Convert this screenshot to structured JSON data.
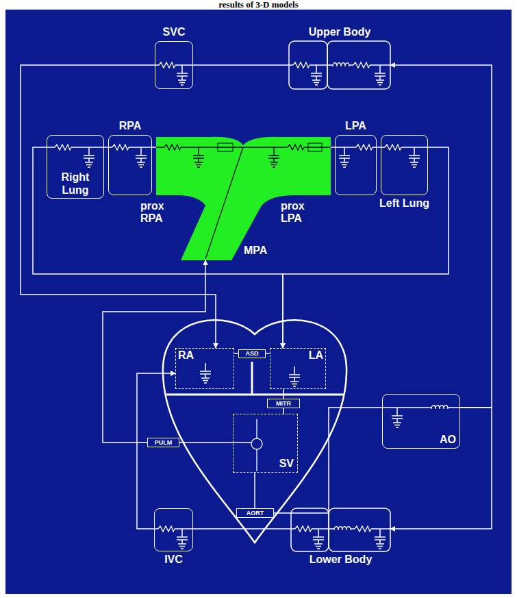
{
  "diagram": {
    "title": "results of 3-D models",
    "nodes": [
      {
        "text": [
          "SVC"
        ]
      },
      {
        "text": [
          "Upper Body"
        ]
      },
      {
        "text": [
          "Right Lung"
        ]
      },
      {
        "text": [
          "RPA"
        ]
      },
      {
        "text": [
          "prox RPA",
          "prox LPA",
          "MPA"
        ]
      },
      {
        "text": [
          "LPA"
        ]
      },
      {
        "text": [
          "Left Lung"
        ]
      },
      {
        "text": [
          "RA"
        ]
      },
      {
        "text": [
          "ASD"
        ]
      },
      {
        "text": [
          "LA"
        ]
      },
      {
        "text": [
          "SV"
        ]
      },
      {
        "text": [
          "MITR"
        ]
      },
      {
        "text": [
          "AO"
        ]
      },
      {
        "text": [
          "PULM"
        ]
      },
      {
        "text": [
          "AORT"
        ]
      },
      {
        "text": [
          "IVC"
        ]
      },
      {
        "text": [
          "Lower Body"
        ]
      }
    ],
    "edges": [
      {
        "from": 12,
        "to": 1,
        "arrow": "to"
      },
      {
        "from": 1,
        "to": 0,
        "arrow": "none"
      },
      {
        "from": 0,
        "to": 7,
        "arrow": "to"
      },
      {
        "from": 15,
        "to": 7,
        "arrow": "to"
      },
      {
        "from": 16,
        "to": 15,
        "arrow": "none"
      },
      {
        "from": 12,
        "to": 16,
        "arrow": "to"
      },
      {
        "from": 13,
        "to": 4,
        "arrow": "to"
      },
      {
        "from": 2,
        "to": 9,
        "arrow": "to"
      },
      {
        "from": 6,
        "to": 9,
        "arrow": "to"
      },
      {
        "from": 4,
        "to": 3,
        "arrow": "none"
      },
      {
        "from": 3,
        "to": 2,
        "arrow": "none"
      },
      {
        "from": 4,
        "to": 5,
        "arrow": "none"
      },
      {
        "from": 5,
        "to": 6,
        "arrow": "none"
      },
      {
        "from": 10,
        "to": 13,
        "arrow": "none"
      },
      {
        "from": 10,
        "to": 14,
        "arrow": "none"
      },
      {
        "from": 14,
        "to": 12,
        "arrow": "none"
      },
      {
        "from": 9,
        "to": 11,
        "arrow": "none"
      },
      {
        "from": 11,
        "to": 10,
        "arrow": "none"
      },
      {
        "from": 7,
        "to": 8,
        "arrow": "none"
      },
      {
        "from": 8,
        "to": 9,
        "arrow": "none"
      }
    ]
  }
}
